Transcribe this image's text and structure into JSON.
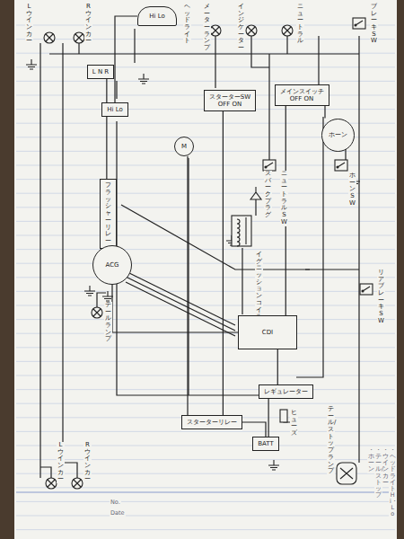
{
  "diagram": {
    "nodes": [
      {
        "text": [
          "Hi Lo"
        ]
      },
      {
        "text": [
          "L N R"
        ]
      },
      {
        "text": [
          "Hi Lo"
        ]
      },
      {
        "text": [
          "スターターSW",
          "OFF ON"
        ]
      },
      {
        "text": [
          "メインスイッチ",
          "OFF ON"
        ]
      },
      {
        "text": [
          "ホーン"
        ]
      },
      {
        "text": [
          "M"
        ]
      },
      {
        "text": [
          "フラッシャーリレー"
        ]
      },
      {
        "text": [
          "ACG"
        ]
      },
      {
        "text": [
          "CDI"
        ]
      },
      {
        "text": [
          "レギュレーター"
        ]
      },
      {
        "text": [
          "スターターリレー"
        ]
      },
      {
        "text": [
          "BATT"
        ]
      }
    ],
    "edges": [
      {
        "from": 4,
        "to": 9,
        "arrow": "none"
      },
      {
        "from": 8,
        "to": 9,
        "arrow": "none"
      },
      {
        "from": 9,
        "to": 10,
        "arrow": "none"
      },
      {
        "from": 10,
        "to": 12,
        "arrow": "none"
      },
      {
        "from": 12,
        "to": 11,
        "arrow": "none"
      },
      {
        "from": 11,
        "to": 6,
        "arrow": "none"
      },
      {
        "from": 3,
        "to": 11,
        "arrow": "none"
      },
      {
        "from": 7,
        "to": 1,
        "arrow": "none"
      },
      {
        "from": 4,
        "to": 5,
        "arrow": "none"
      },
      {
        "from": 2,
        "to": 0,
        "arrow": "none"
      }
    ],
    "labels": [
      "Lウインカー",
      "Rウインカー",
      "ヘッドライト",
      "メーターランプ",
      "インジケーター",
      "ニュートラル",
      "ブレーキSW",
      "ホーンSW",
      "ニュートラルSW",
      "スパークプラグ",
      "イグニッションコイル",
      "リアブレーキSW",
      "テールランプ",
      "ヒューズ",
      "Lウインカー",
      "Rウインカー",
      "テール/ストップランプ",
      "・ヘッドライト Hi・Lo",
      "・ウインカー",
      "・テール/ストップ",
      "・ホーン",
      "No.",
      "Date"
    ]
  }
}
